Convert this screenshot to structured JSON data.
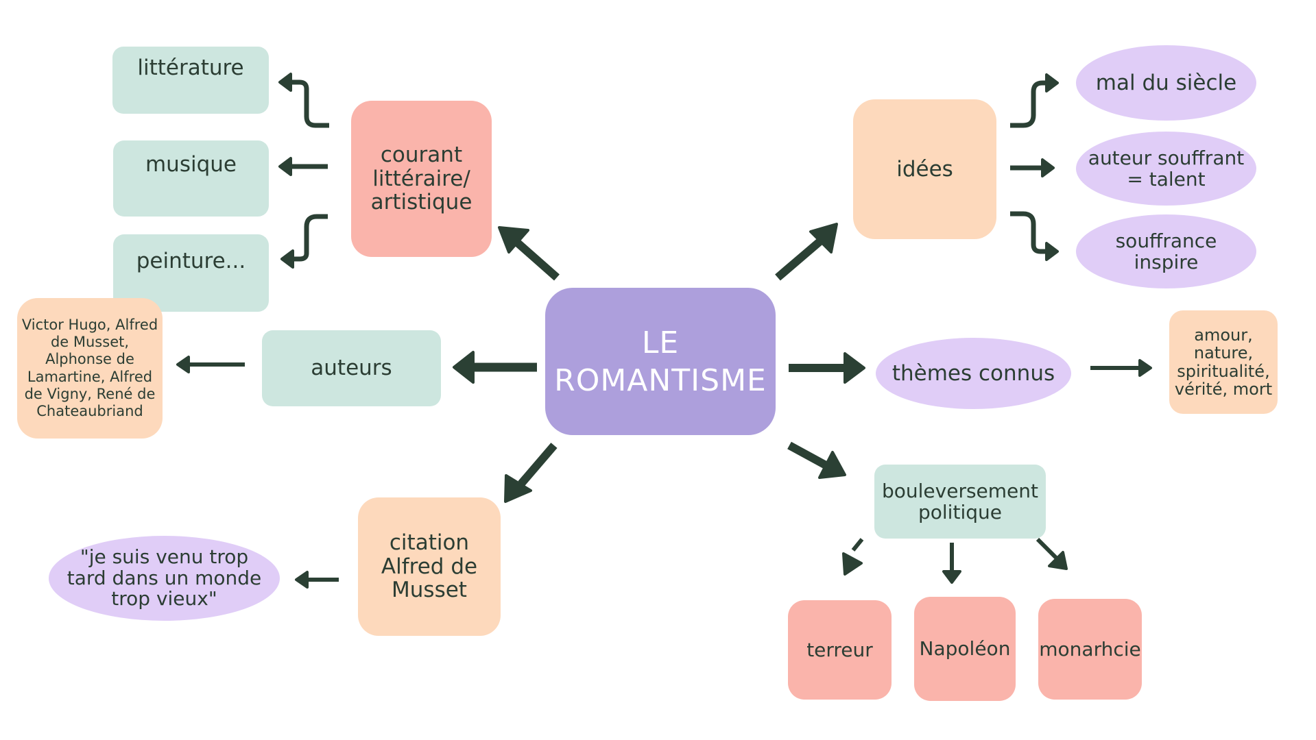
{
  "center": {
    "title_line1": "LE",
    "title_line2": "ROMANTISME"
  },
  "branches": {
    "courant": {
      "label": "courant\nlittéraire/\nartistique",
      "children": [
        "littérature",
        "musique",
        "peinture..."
      ]
    },
    "idees": {
      "label": "idées",
      "children": [
        "mal du siècle",
        "auteur souffrant\n= talent",
        "souffrance\ninspire"
      ]
    },
    "auteurs": {
      "label": "auteurs",
      "detail": "Victor Hugo, Alfred\nde Musset,\nAlphonse de\nLamartine, Alfred\nde Vigny, René de\nChateaubriand"
    },
    "themes": {
      "label": "thèmes connus",
      "detail": "amour,\nnature,\nspiritualité,\nvérité, mort"
    },
    "citation": {
      "label": "citation\nAlfred de\nMusset",
      "quote": "\"je suis venu trop\ntard dans un monde\ntrop vieux\""
    },
    "bouleversement": {
      "label": "bouleversement\npolitique",
      "children": [
        "terreur",
        "Napoléon",
        "monarhcie"
      ]
    }
  },
  "colors": {
    "center": "#ad9fdc",
    "mint": "#cde6df",
    "peach": "#fdd9bc",
    "coral": "#fab4ab",
    "lavender": "#e0cdf7",
    "arrow": "#2b4034",
    "text": "#2b3d33"
  }
}
